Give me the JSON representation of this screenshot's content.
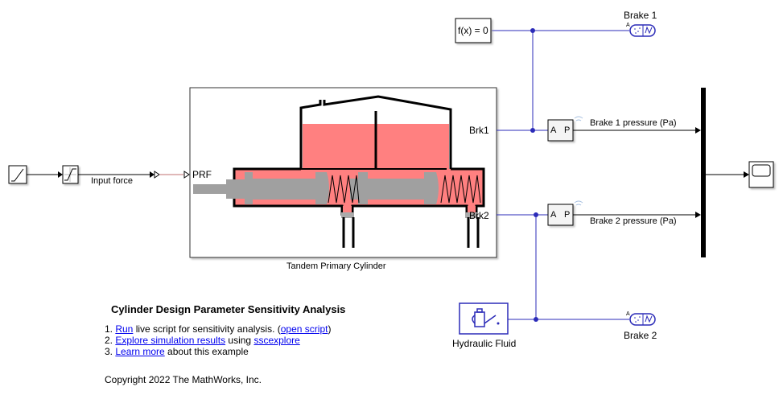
{
  "model": {
    "blocks": {
      "ramp": {
        "label": "",
        "icon": "ramp-icon"
      },
      "saturation": {
        "label": "",
        "icon": "saturation-icon"
      },
      "input_signal_label": "Input force",
      "cylinder": {
        "label": "Tandem Primary Cylinder",
        "ports": {
          "input": "PRF",
          "brk1": "Brk1",
          "brk2": "Brk2"
        }
      },
      "solver": {
        "label": "f(x) = 0"
      },
      "brake1": {
        "label": "Brake 1",
        "port": "A"
      },
      "brake2": {
        "label": "Brake 2",
        "port": "A"
      },
      "sensor1": {
        "port_a": "A",
        "port_p": "P",
        "signal_label": "Brake 1 pressure (Pa)"
      },
      "sensor2": {
        "port_a": "A",
        "port_p": "P",
        "signal_label": "Brake 2 pressure (Pa)"
      },
      "fluid": {
        "label": "Hydraulic Fluid",
        "icon": "oil-can-icon"
      },
      "mux": {
        "label": ""
      },
      "scope": {
        "label": "",
        "icon": "scope-icon"
      }
    },
    "colors": {
      "hydraulic_line": "#2b2bb8",
      "signal_line": "#000000",
      "fluid_fill": "#ff8080",
      "piston": "#a0a0a0",
      "physical_signal": "#c07070"
    }
  },
  "annotation": {
    "title": "Cylinder Design Parameter Sensitivity Analysis",
    "items": [
      {
        "num": "1. ",
        "link": "Run",
        "text": " live script for sensitivity analysis. (",
        "link2": "open script",
        "text2": ")"
      },
      {
        "num": "2. ",
        "link": "Explore simulation results",
        "text": " using ",
        "link2": "sscexplore",
        "text2": ""
      },
      {
        "num": "3. ",
        "link": "Learn more",
        "text": " about this example",
        "link2": "",
        "text2": ""
      }
    ],
    "copyright": "Copyright 2022 The MathWorks, Inc."
  }
}
